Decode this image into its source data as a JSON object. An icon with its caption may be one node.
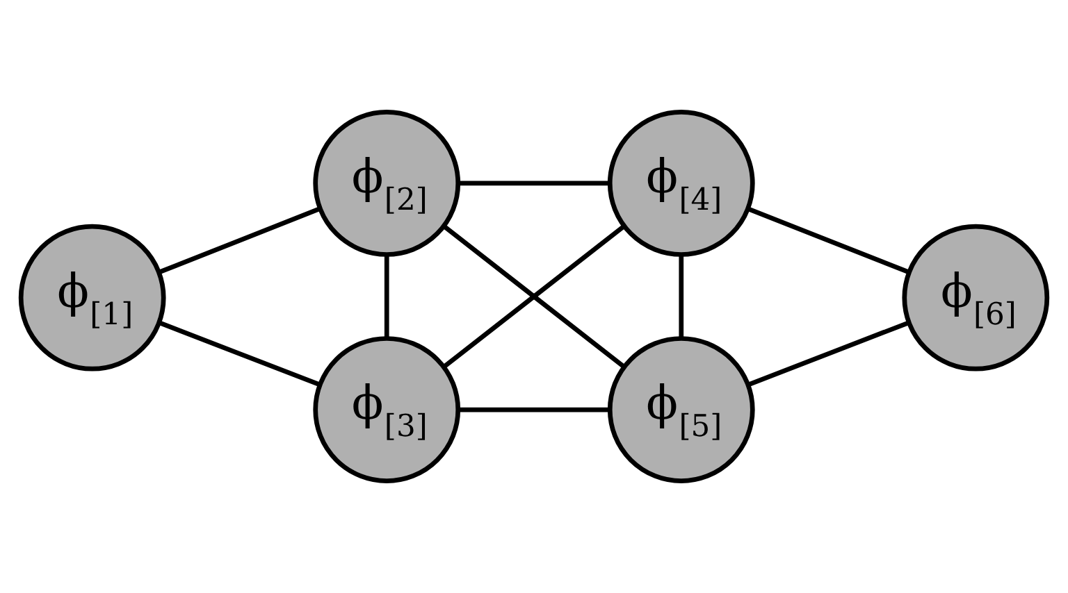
{
  "diagram": {
    "nodes": [
      {
        "text": [
          "ϕ$_{[1]}$"
        ]
      },
      {
        "text": [
          "ϕ$_{[2]}$"
        ]
      },
      {
        "text": [
          "ϕ$_{[3]}$"
        ]
      },
      {
        "text": [
          "ϕ$_{[4]}$"
        ]
      },
      {
        "text": [
          "ϕ$_{[5]}$"
        ]
      },
      {
        "text": [
          "ϕ$_{[6]}$"
        ]
      }
    ],
    "edges": [
      {
        "from": 0,
        "to": 1,
        "arrow": "none"
      },
      {
        "from": 0,
        "to": 2,
        "arrow": "none"
      },
      {
        "from": 1,
        "to": 2,
        "arrow": "none"
      },
      {
        "from": 1,
        "to": 3,
        "arrow": "none"
      },
      {
        "from": 1,
        "to": 4,
        "arrow": "none"
      },
      {
        "from": 2,
        "to": 3,
        "arrow": "none"
      },
      {
        "from": 2,
        "to": 4,
        "arrow": "none"
      },
      {
        "from": 3,
        "to": 4,
        "arrow": "none"
      },
      {
        "from": 3,
        "to": 5,
        "arrow": "none"
      },
      {
        "from": 4,
        "to": 5,
        "arrow": "none"
      }
    ]
  }
}
